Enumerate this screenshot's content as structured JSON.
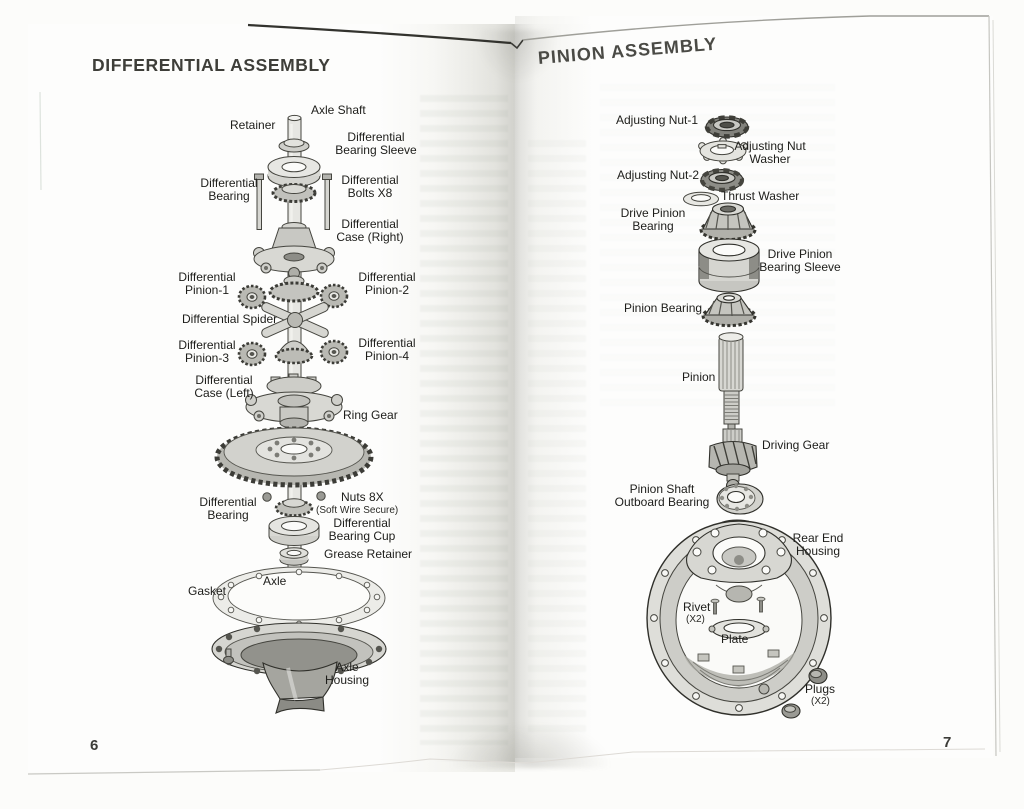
{
  "page_left": {
    "title": "DIFFERENTIAL ASSEMBLY",
    "page_number": "6",
    "labels": {
      "axle_shaft": "Axle Shaft",
      "retainer": "Retainer",
      "bearing_sleeve": "Differential\nBearing Sleeve",
      "bearing_upper": "Differential\nBearing",
      "bolts": "Differential\nBolts X8",
      "case_right": "Differential\nCase (Right)",
      "pinion1": "Differential\nPinion-1",
      "pinion2": "Differential\nPinion-2",
      "spider": "Differential Spider",
      "pinion3": "Differential\nPinion-3",
      "pinion4": "Differential\nPinion-4",
      "case_left": "Differential\nCase (Left)",
      "ring_gear": "Ring Gear",
      "nuts": "Nuts 8X",
      "nuts_note": "(Soft Wire Secure)",
      "bearing_lower": "Differential\nBearing",
      "bearing_cup": "Differential\nBearing Cup",
      "grease_retainer": "Grease Retainer",
      "gasket": "Gasket",
      "axle": "Axle",
      "axle_housing": "Axle\nHousing"
    }
  },
  "page_right": {
    "title": "PINION ASSEMBLY",
    "page_number": "7",
    "labels": {
      "adjusting_nut_1": "Adjusting Nut-1",
      "adjusting_nut_washer": "Adjusting Nut\nWasher",
      "adjusting_nut_2": "Adjusting Nut-2",
      "thrust_washer": "Thrust Washer",
      "drive_pinion_bearing": "Drive Pinion\nBearing",
      "drive_pinion_bearing_sleeve": "Drive Pinion\nBearing Sleeve",
      "pinion_bearing": "Pinion Bearing",
      "pinion": "Pinion",
      "driving_gear": "Driving Gear",
      "outboard_bearing": "Pinion Shaft\nOutboard Bearing",
      "rear_end_housing": "Rear End\nHousing",
      "rivet": "Rivet",
      "rivet_note": "(X2)",
      "plate": "Plate",
      "plugs": "Plugs",
      "plugs_note": "(X2)"
    }
  }
}
